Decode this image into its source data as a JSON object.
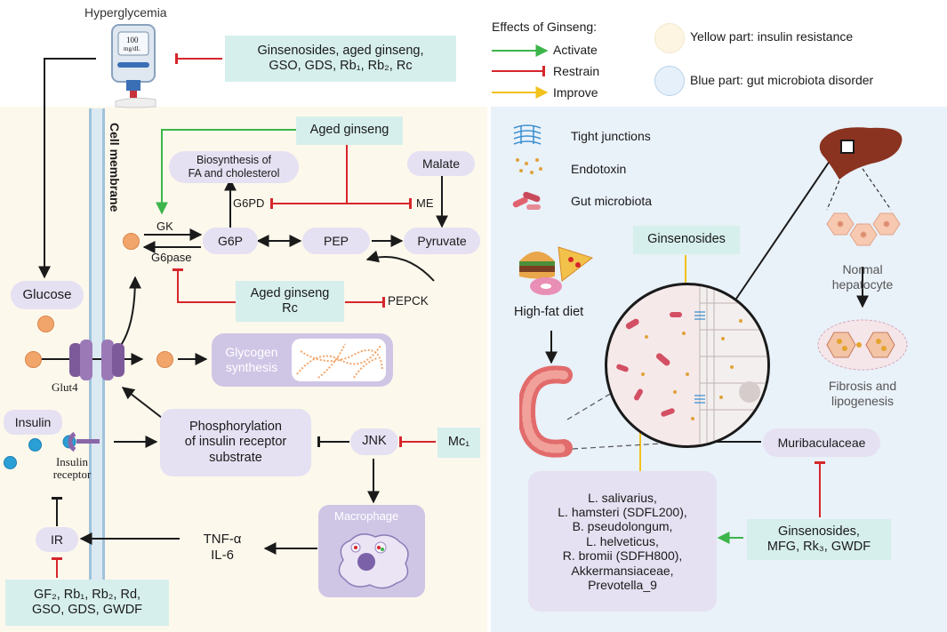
{
  "top": {
    "hyperglycemia_label": "Hyperglycemia",
    "meter_reading": "100",
    "meter_unit": "mg/dL",
    "top_inhibitors_line1": "Ginsenosides, aged ginseng,",
    "top_inhibitors_line2": "GSO, GDS, Rb₁, Rb₂, Rc"
  },
  "legend": {
    "title": "Effects of Ginseng:",
    "activate": "Activate",
    "restrain": "Restrain",
    "improve": "Improve",
    "yellow_part": "Yellow part: insulin resistance",
    "blue_part": "Blue part: gut microbiota disorder",
    "colors": {
      "activate": "#3cb54a",
      "restrain": "#d6262b",
      "improve": "#f2c21b"
    }
  },
  "left": {
    "cell_membrane": "Cell membrane",
    "aged_ginseng_top": "Aged ginseng",
    "biosynthesis_line1": "Biosynthesis of",
    "biosynthesis_line2": "FA and cholesterol",
    "malate": "Malate",
    "g6pd": "G6PD",
    "me": "ME",
    "gk": "GK",
    "g6pase": "G6pase",
    "g6p": "G6P",
    "pep": "PEP",
    "pyruvate": "Pyruvate",
    "aged_ginseng_rc_line1": "Aged ginseng",
    "aged_ginseng_rc_line2": "Rc",
    "pepck": "PEPCK",
    "glucose": "Glucose",
    "glut4": "Glut4",
    "glycogen_line1": "Glycogen",
    "glycogen_line2": "synthesis",
    "insulin": "Insulin",
    "insulin_receptor_line1": "Insulin",
    "insulin_receptor_line2": "receptor",
    "phospho_line1": "Phosphorylation",
    "phospho_line2": "of insulin receptor",
    "phospho_line3": "substrate",
    "jnk": "JNK",
    "mc1": "Mc₁",
    "macrophage": "Macrophage",
    "tnf": "TNF-α",
    "il6": "IL-6",
    "ir": "IR",
    "bottom_inhibitors_line1": "GF₂, Rb₁,  Rb₂, Rd,",
    "bottom_inhibitors_line2": "GSO, GDS, GWDF"
  },
  "right": {
    "tight_junctions": "Tight junctions",
    "endotoxin": "Endotoxin",
    "gut_microbiota": "Gut microbiota",
    "ginsenosides": "Ginsenosides",
    "high_fat_diet": "High-fat diet",
    "normal_hepatocyte_line1": "Normal",
    "normal_hepatocyte_line2": "hepatocyte",
    "fibrosis_line1": "Fibrosis and",
    "fibrosis_line2": "lipogenesis",
    "muribaculaceae": "Muribaculaceae",
    "bacteria": [
      "L. salivarius,",
      "L. hamsteri (SDFL200),",
      "B. pseudolongum,",
      "L. helveticus,",
      "R. bromii (SDFH800),",
      "Akkermansiaceae,",
      "Prevotella_9"
    ],
    "ginsenosides_box_line1": "Ginsenosides,",
    "ginsenosides_box_line2": "MFG, Rk₃, GWDF"
  }
}
